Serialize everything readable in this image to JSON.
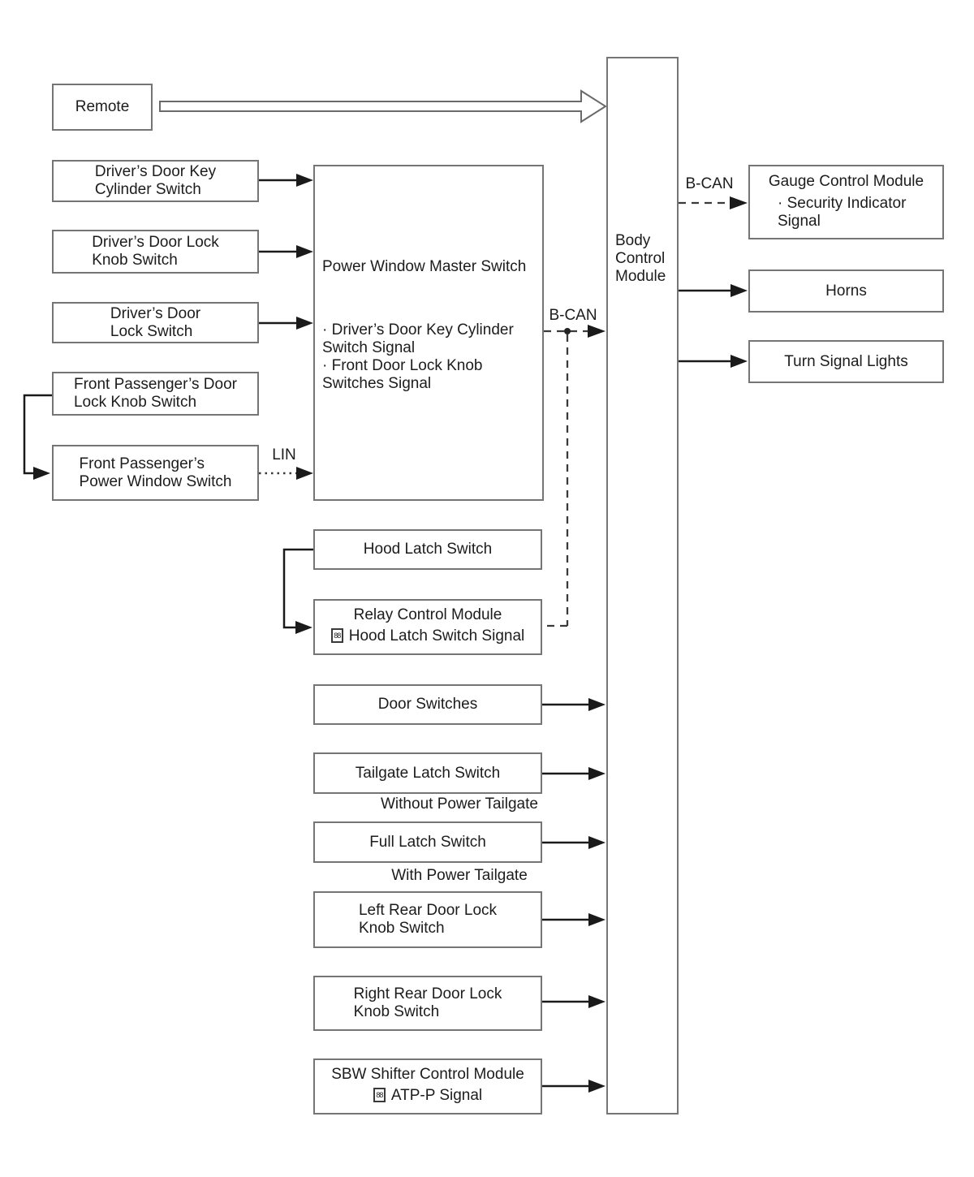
{
  "nodes": {
    "remote": {
      "label": "Remote"
    },
    "driver_key_cylinder": {
      "line1": "Driver’s Door Key",
      "line2": "Cylinder Switch"
    },
    "driver_lock_knob": {
      "line1": "Driver’s Door Lock",
      "line2": "Knob Switch"
    },
    "driver_lock": {
      "line1": "Driver’s Door",
      "line2": "Lock Switch"
    },
    "fp_lock_knob": {
      "line1": "Front Passenger’s Door",
      "line2": "Lock Knob Switch"
    },
    "fp_power_window": {
      "line1": "Front Passenger’s",
      "line2": "Power Window Switch"
    },
    "pwms": {
      "title": "Power Window Master Switch",
      "bullet1_line1": "· Driver’s Door Key Cylinder",
      "bullet1_line2": "Switch Signal",
      "bullet2_line1": "· Front Door Lock Knob",
      "bullet2_line2": "Switches Signal"
    },
    "hood_latch": {
      "label": "Hood Latch Switch"
    },
    "relay": {
      "title": "Relay Control Module",
      "glyph": "88",
      "signal": "Hood Latch Switch Signal"
    },
    "door_switches": {
      "label": "Door Switches"
    },
    "tailgate_latch": {
      "label": "Tailgate Latch Switch"
    },
    "full_latch": {
      "label": "Full Latch Switch"
    },
    "left_rear_lock_knob": {
      "line1": "Left Rear Door Lock",
      "line2": "Knob Switch"
    },
    "right_rear_lock_knob": {
      "line1": "Right Rear Door Lock",
      "line2": "Knob Switch"
    },
    "sbw": {
      "title": "SBW Shifter Control Module",
      "glyph": "88",
      "signal": "ATP-P Signal"
    },
    "bcm": {
      "line1": "Body",
      "line2": "Control",
      "line3": "Module"
    },
    "gauge": {
      "title": "Gauge Control Module",
      "bullet_line1": "· Security Indicator",
      "bullet_line2": "Signal"
    },
    "horns": {
      "label": "Horns"
    },
    "turn_signal_lights": {
      "label": "Turn Signal Lights"
    }
  },
  "labels": {
    "bcan_left": "B-CAN",
    "bcan_right": "B-CAN",
    "lin": "LIN",
    "without_power_tailgate": "Without Power Tailgate",
    "with_power_tailgate": "With Power Tailgate"
  },
  "colors": {
    "background": "#ffffff",
    "box_border": "#757575",
    "text": "#1c1c1c",
    "solid_wire": "#1a1a1a",
    "dashed_wire": "#3a3a3a",
    "open_arrow_outline": "#6a6a6a"
  }
}
